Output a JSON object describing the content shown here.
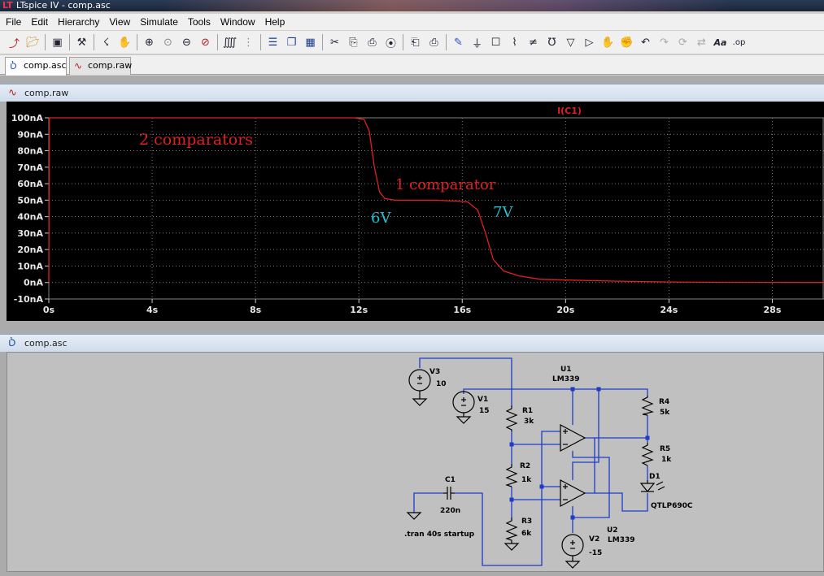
{
  "window": {
    "title": "LTspice IV - comp.asc",
    "app_icon": "ltspice-logo-icon"
  },
  "menu": [
    "File",
    "Edit",
    "Hierarchy",
    "View",
    "Simulate",
    "Tools",
    "Window",
    "Help"
  ],
  "toolbar": {
    "icons": [
      "new-schematic-icon",
      "open-icon",
      "save-icon",
      "control-panel-icon",
      "run-icon",
      "halt-icon",
      "zoom-in-icon",
      "zoom-pan-icon",
      "zoom-out-icon",
      "zoom-fit-icon",
      "plot-settings-icon",
      "plot-grid-icon",
      "tile-horizontal-icon",
      "cascade-icon",
      "tile-vertical-icon",
      "cut-icon",
      "copy-icon",
      "paste-icon",
      "find-icon",
      "print-setup-icon",
      "print-icon",
      "draw-wire-icon",
      "ground-icon",
      "label-net-icon",
      "resistor-icon",
      "capacitor-icon",
      "inductor-icon",
      "diode-icon",
      "component-icon",
      "move-icon",
      "drag-icon",
      "undo-icon",
      "redo-icon",
      "rotate-icon",
      "mirror-icon",
      "text-icon",
      "spice-directive-icon"
    ],
    "text_icon_label": "Aa",
    "spice_icon_label": ".op"
  },
  "tabs": [
    {
      "label": "comp.asc",
      "active": true,
      "icon": "schematic-icon"
    },
    {
      "label": "comp.raw",
      "active": false,
      "icon": "waveform-icon"
    }
  ],
  "waveform_pane": {
    "title": "comp.raw",
    "trace_name": "I(C1)",
    "annotations": [
      {
        "text": "2 comparators",
        "color": "#e02020"
      },
      {
        "text": "1 comparator",
        "color": "#e02020"
      },
      {
        "text": "6V",
        "color": "#20c0d0"
      },
      {
        "text": "7V",
        "color": "#20c0d0"
      }
    ]
  },
  "chart_data": {
    "type": "line",
    "title": "I(C1)",
    "xlabel": "",
    "ylabel": "",
    "xlim": [
      0,
      30
    ],
    "ylim": [
      -10,
      100
    ],
    "x_ticks": [
      "0s",
      "4s",
      "8s",
      "12s",
      "16s",
      "20s",
      "24s",
      "28s"
    ],
    "y_ticks": [
      "100nA",
      "90nA",
      "80nA",
      "70nA",
      "60nA",
      "50nA",
      "40nA",
      "30nA",
      "20nA",
      "10nA",
      "0nA",
      "-10nA"
    ],
    "grid": true,
    "series": [
      {
        "name": "I(C1)",
        "color": "#e02020",
        "x": [
          0,
          0.02,
          0.05,
          11.8,
          12.2,
          12.4,
          12.6,
          12.8,
          13.0,
          13.4,
          14,
          15,
          16.2,
          16.6,
          16.9,
          17.2,
          17.6,
          18.2,
          19,
          20,
          22,
          24,
          26,
          28,
          30
        ],
        "y": [
          0,
          100,
          100,
          100,
          99,
          92,
          70,
          55,
          51,
          50,
          50,
          50,
          49,
          44,
          30,
          14,
          7,
          4,
          2,
          1.5,
          0.8,
          0.3,
          0.1,
          0.05,
          0
        ]
      }
    ]
  },
  "schematic_pane": {
    "title": "comp.asc",
    "labels": {
      "v3": "V3",
      "v3_val": "10",
      "v1": "V1",
      "v1_val": "15",
      "v2": "V2",
      "v2_val": "-15",
      "u1": "U1",
      "u1_val": "LM339",
      "u2": "U2",
      "u2_val": "LM339",
      "r1": "R1",
      "r1_val": "3k",
      "r2": "R2",
      "r2_val": "1k",
      "r3": "R3",
      "r3_val": "6k",
      "r4": "R4",
      "r4_val": "5k",
      "r5": "R5",
      "r5_val": "1k",
      "d1": "D1",
      "d1_val": "QTLP690C",
      "c1": "C1",
      "c1_val": "220n",
      "directive": ".tran 40s startup"
    }
  }
}
